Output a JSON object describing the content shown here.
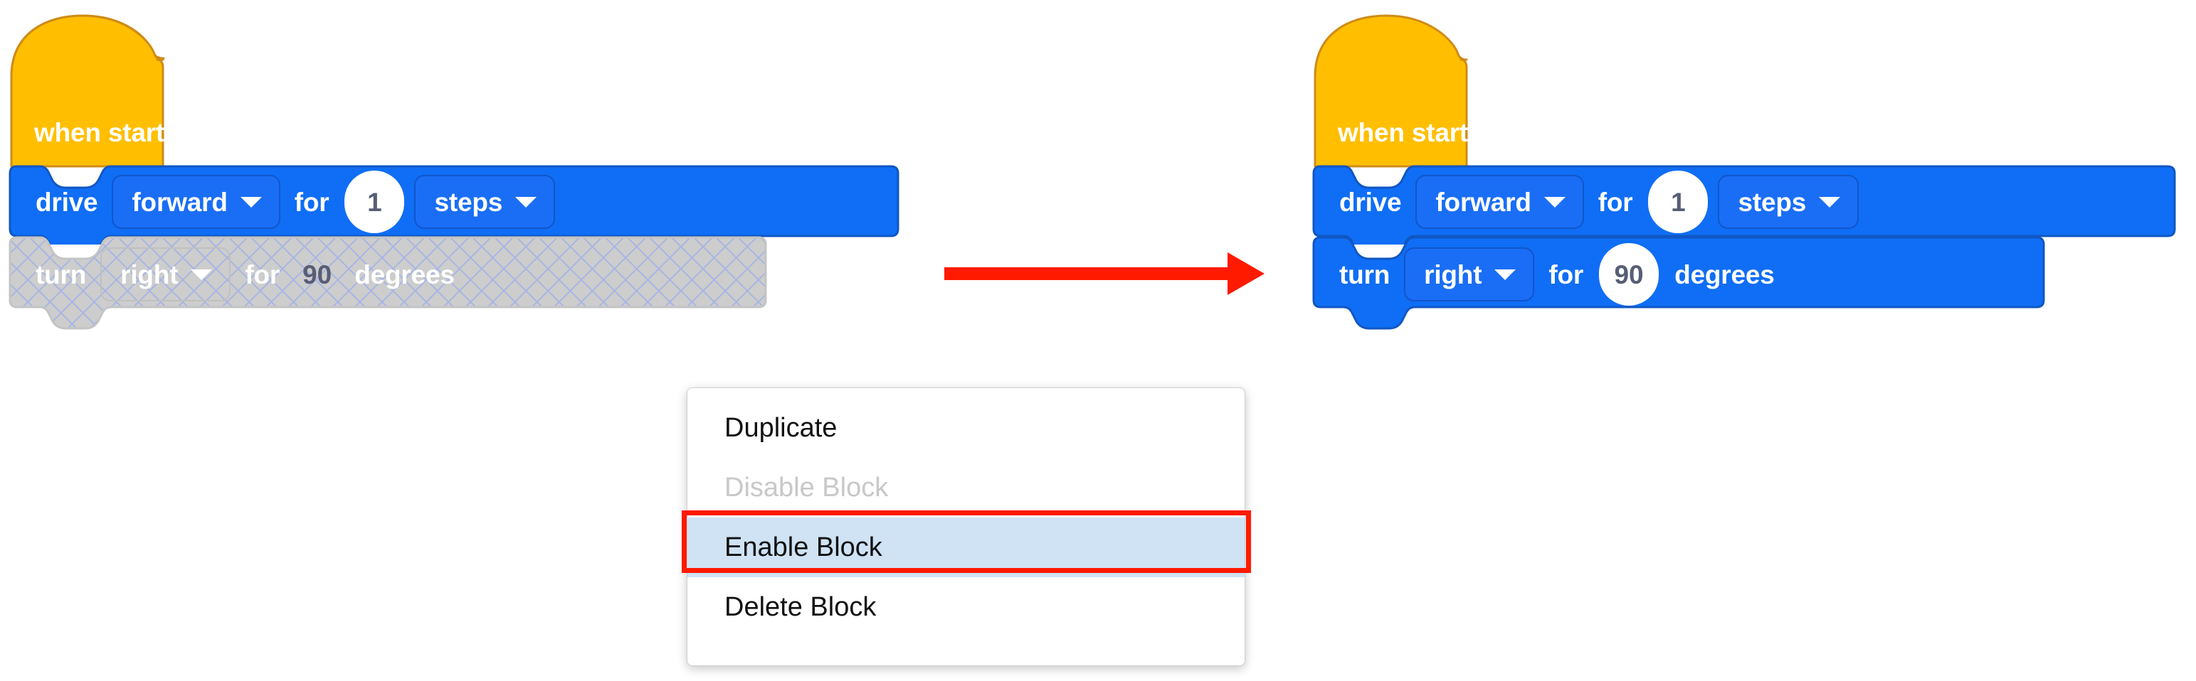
{
  "colors": {
    "hat_fill": "#ffbf00",
    "hat_stroke": "#cf8b17",
    "block_fill": "#0f6ef5",
    "block_stroke": "#1057c4",
    "dropdown_fill": "#1a6ef5",
    "number_text": "#575e75",
    "disabled_fill": "#cdcdcd",
    "disabled_hatch": "#a8b6e2",
    "arrow_red": "#ff1a00",
    "highlight_blue": "#cfe3f5",
    "menu_bg": "#ffffff",
    "menu_text": "#111111",
    "menu_text_disabled": "#c8c8c8"
  },
  "before": {
    "label": "before-state",
    "hat": {
      "text": "when started"
    },
    "drive": {
      "verb": "drive",
      "direction": "forward",
      "for_label": "for",
      "amount": "1",
      "unit": "steps"
    },
    "turn": {
      "state": "disabled",
      "verb": "turn",
      "direction": "right",
      "for_label": "for",
      "amount": "90",
      "unit": "degrees"
    }
  },
  "after": {
    "label": "after-state",
    "hat": {
      "text": "when started"
    },
    "drive": {
      "verb": "drive",
      "direction": "forward",
      "for_label": "for",
      "amount": "1",
      "unit": "steps"
    },
    "turn": {
      "state": "enabled",
      "verb": "turn",
      "direction": "right",
      "for_label": "for",
      "amount": "90",
      "unit": "degrees"
    }
  },
  "arrow": {
    "name": "transition-arrow",
    "direction": "right"
  },
  "context_menu": {
    "items": [
      {
        "label": "Duplicate",
        "state": "normal"
      },
      {
        "label": "Disable Block",
        "state": "disabled"
      },
      {
        "label": "Enable Block",
        "state": "highlighted"
      },
      {
        "label": "Delete Block",
        "state": "normal"
      }
    ]
  }
}
